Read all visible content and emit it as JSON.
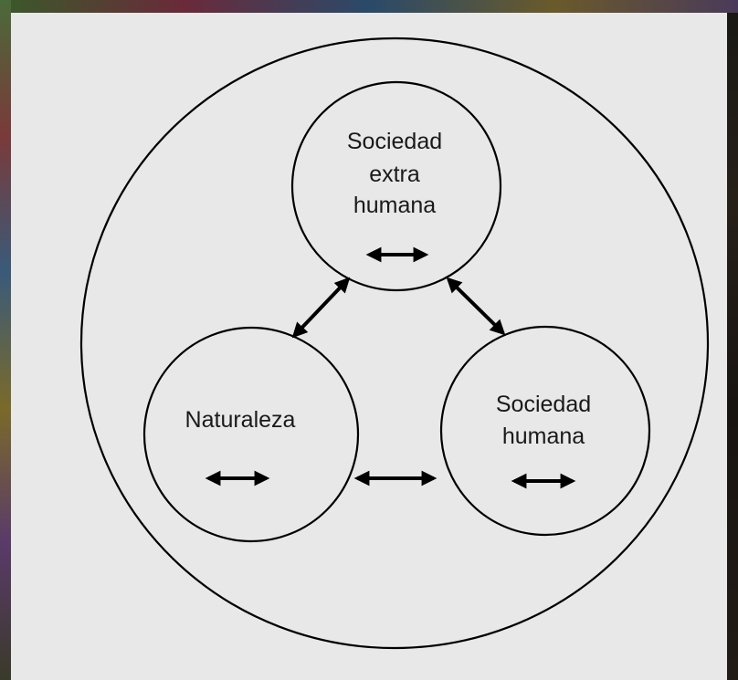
{
  "diagram": {
    "nodes": {
      "top": {
        "lines": [
          "Sociedad",
          "extra",
          "humana"
        ]
      },
      "left": {
        "lines": [
          "Naturaleza"
        ]
      },
      "right": {
        "lines": [
          "Sociedad",
          "humana"
        ]
      }
    },
    "colors": {
      "background": "#e8e8e8",
      "stroke": "#000000",
      "text": "#1a1a1a"
    }
  }
}
